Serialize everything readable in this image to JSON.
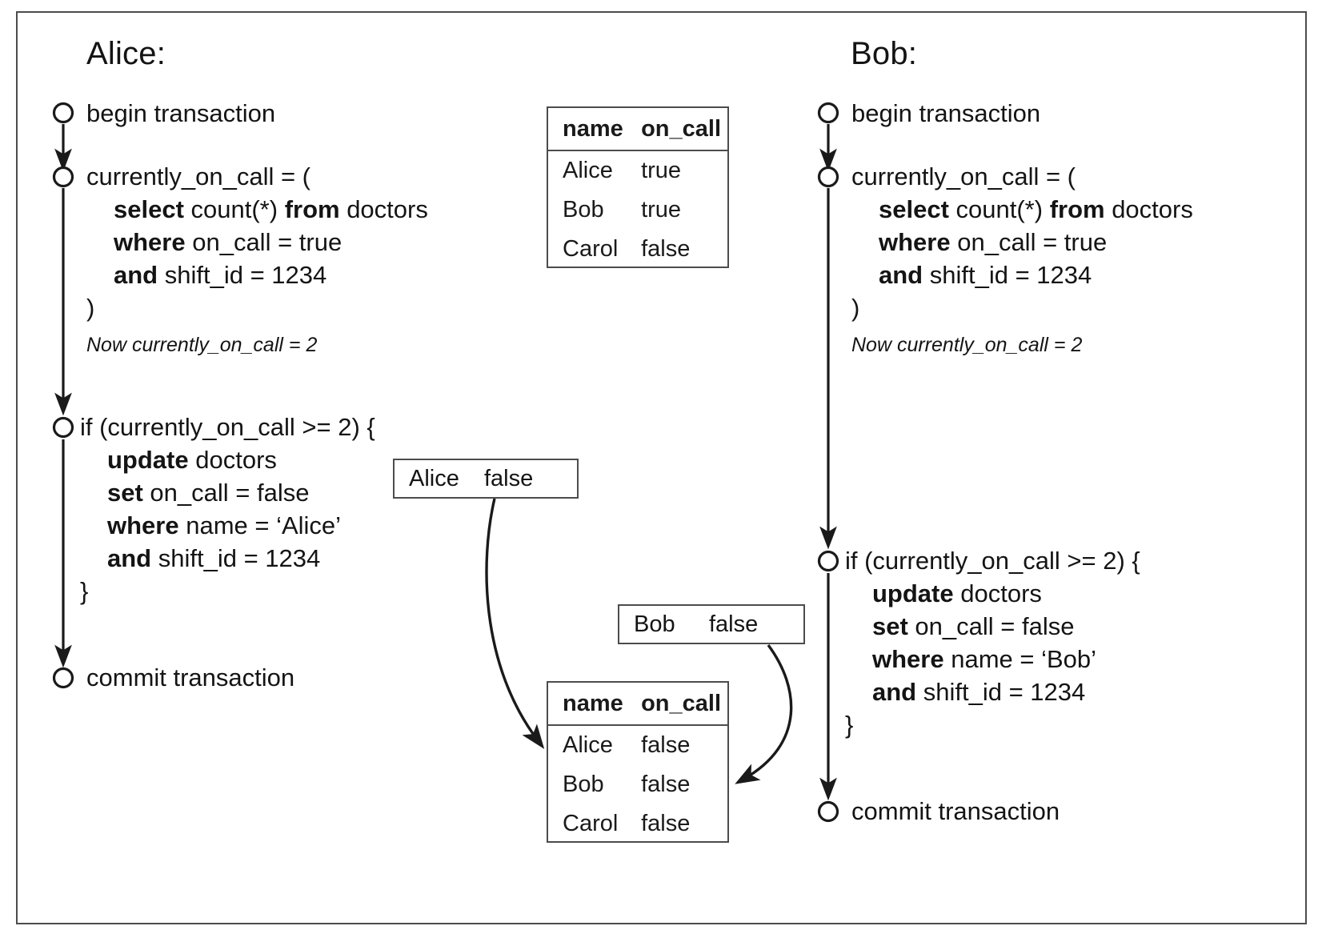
{
  "diagram": {
    "title_alice": "Alice:",
    "title_bob": "Bob:"
  },
  "alice": {
    "steps": [
      {
        "label": "begin transaction"
      },
      {
        "head": "currently_on_call = (",
        "lines": [
          {
            "kw": "select",
            "rest": " count(*) ",
            "kw2": "from",
            "rest2": " doctors"
          },
          {
            "kw": "where",
            "rest": " on_call = true"
          },
          {
            "kw": "and",
            "rest": " shift_id = 1234"
          }
        ],
        "tail": ")",
        "note": "Now currently_on_call = 2"
      },
      {
        "head": "if (currently_on_call >= 2) {",
        "lines": [
          {
            "kw": "update",
            "rest": " doctors"
          },
          {
            "kw": "set",
            "rest": " on_call = false"
          },
          {
            "kw": "where",
            "rest": " name = ‘Alice’"
          },
          {
            "kw": "and",
            "rest": " shift_id = 1234"
          }
        ],
        "tail": "}"
      },
      {
        "label": "commit transaction"
      }
    ]
  },
  "bob": {
    "steps": [
      {
        "label": "begin transaction"
      },
      {
        "head": "currently_on_call = (",
        "lines": [
          {
            "kw": "select",
            "rest": " count(*) ",
            "kw2": "from",
            "rest2": " doctors"
          },
          {
            "kw": "where",
            "rest": " on_call = true"
          },
          {
            "kw": "and",
            "rest": " shift_id = 1234"
          }
        ],
        "tail": ")",
        "note": "Now currently_on_call = 2"
      },
      {
        "head": "if (currently_on_call >= 2) {",
        "lines": [
          {
            "kw": "update",
            "rest": " doctors"
          },
          {
            "kw": "set",
            "rest": " on_call = false"
          },
          {
            "kw": "where",
            "rest": " name = ‘Bob’"
          },
          {
            "kw": "and",
            "rest": " shift_id = 1234"
          }
        ],
        "tail": "}"
      },
      {
        "label": "commit transaction"
      }
    ]
  },
  "table_before": {
    "columns": [
      "name",
      "on_call"
    ],
    "rows": [
      [
        "Alice",
        "true"
      ],
      [
        "Bob",
        "true"
      ],
      [
        "Carol",
        "false"
      ]
    ]
  },
  "table_after": {
    "columns": [
      "name",
      "on_call"
    ],
    "rows": [
      [
        "Alice",
        "false"
      ],
      [
        "Bob",
        "false"
      ],
      [
        "Carol",
        "false"
      ]
    ]
  },
  "update_alice": {
    "name": "Alice",
    "value": "false"
  },
  "update_bob": {
    "name": "Bob",
    "value": "false"
  },
  "colors": {
    "stroke": "#333333",
    "frame": "#4c4c4c",
    "text": "#141414",
    "background": "#ffffff"
  }
}
